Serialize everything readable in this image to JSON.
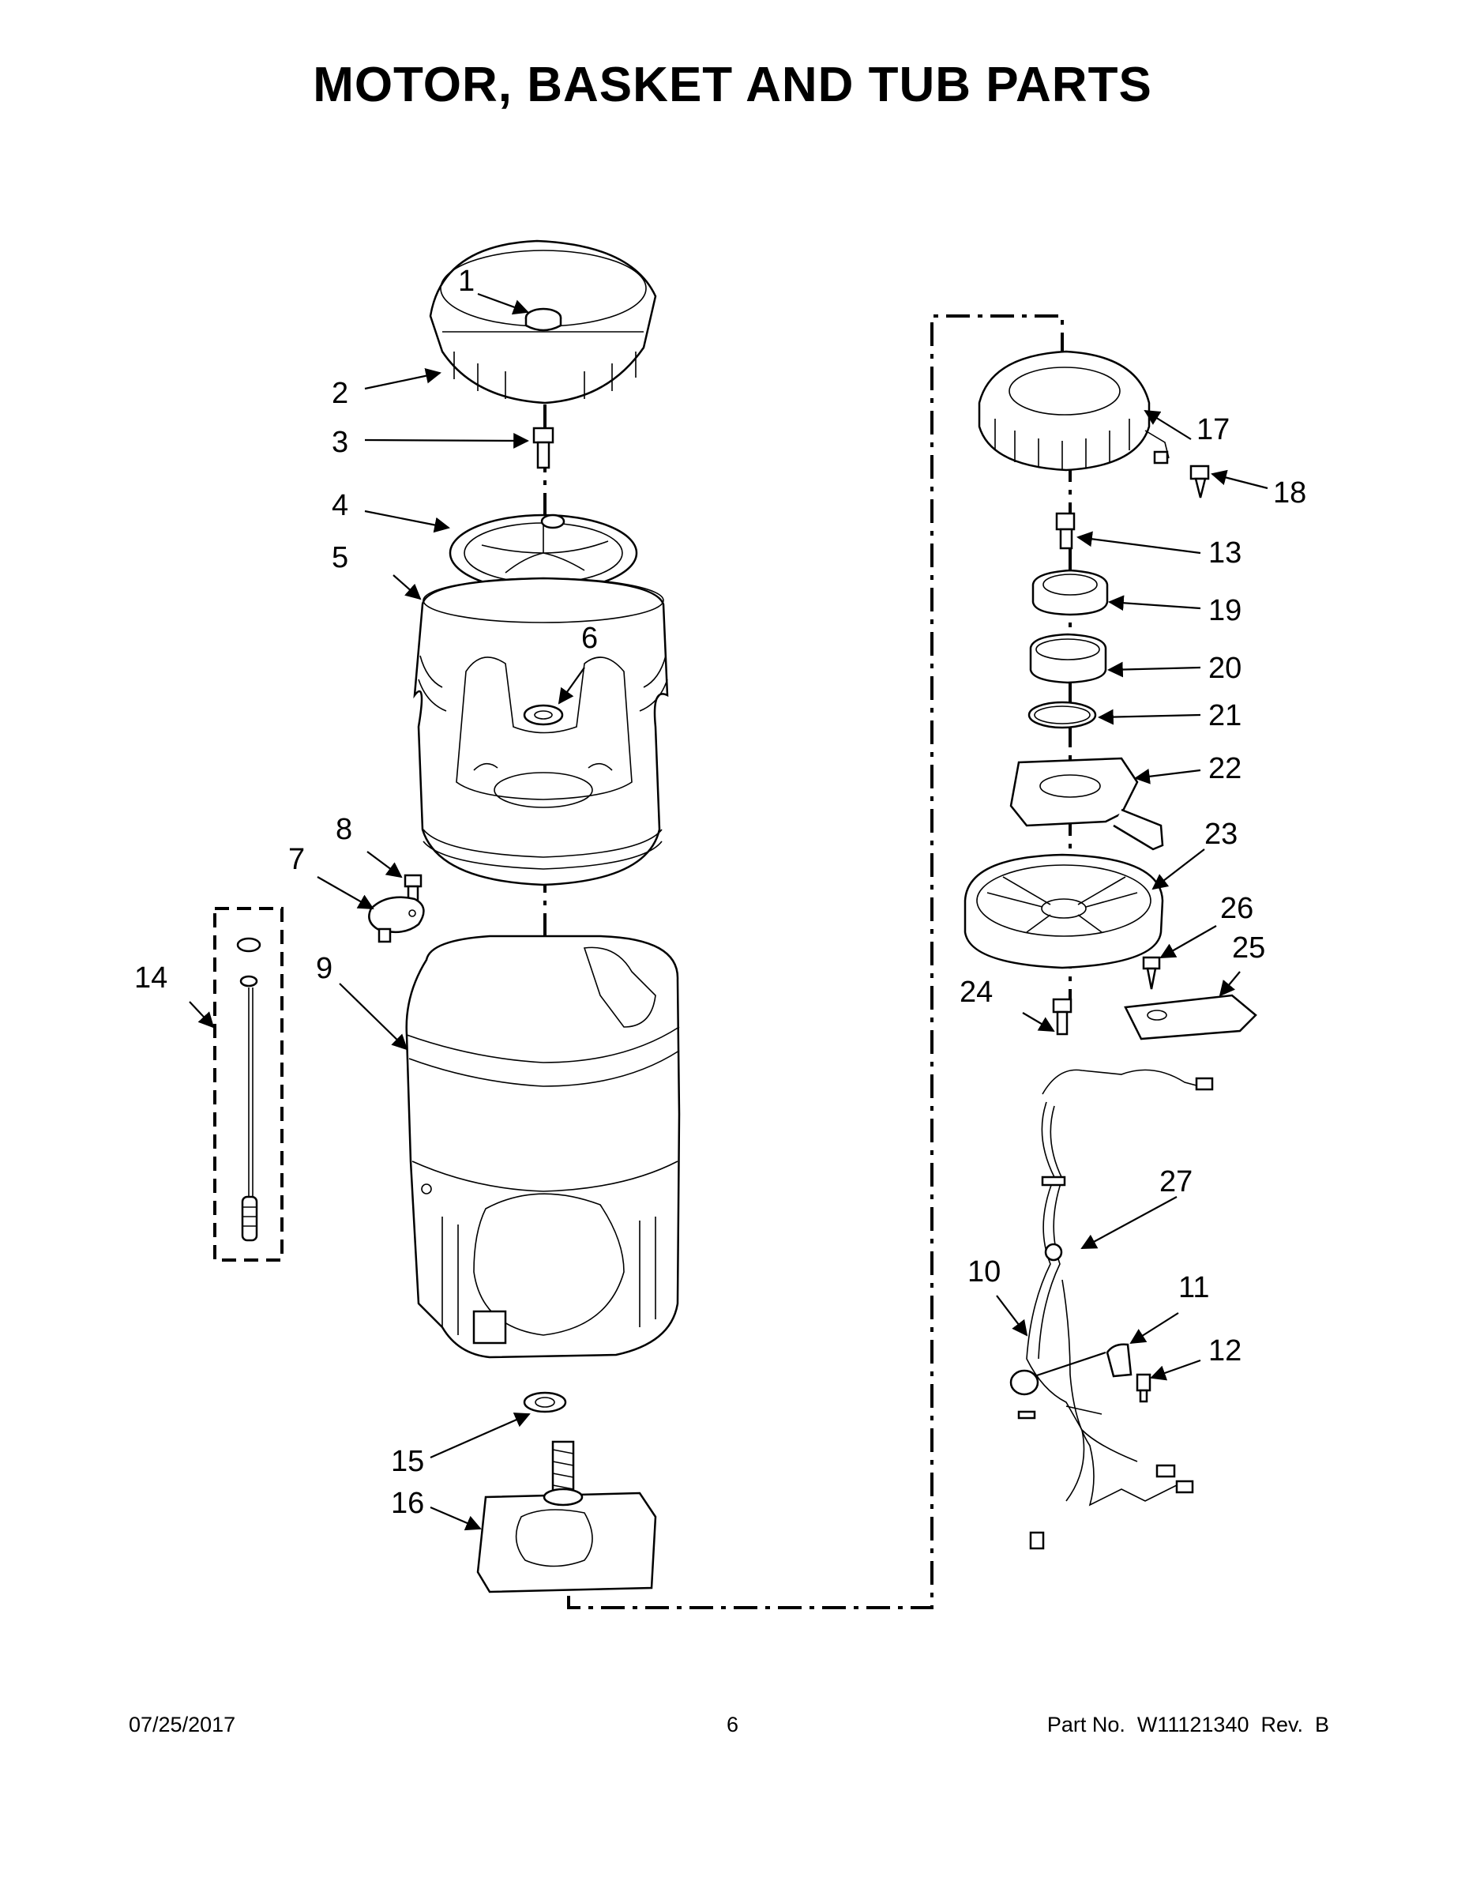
{
  "title": "MOTOR, BASKET AND TUB PARTS",
  "callouts": {
    "c1": "1",
    "c2": "2",
    "c3": "3",
    "c4": "4",
    "c5": "5",
    "c6": "6",
    "c7": "7",
    "c8": "8",
    "c9": "9",
    "c10": "10",
    "c11": "11",
    "c12": "12",
    "c13": "13",
    "c14": "14",
    "c15": "15",
    "c16": "16",
    "c17": "17",
    "c18": "18",
    "c19": "19",
    "c20": "20",
    "c21": "21",
    "c22": "22",
    "c23": "23",
    "c24": "24",
    "c25": "25",
    "c26": "26",
    "c27": "27"
  },
  "footer": {
    "date": "07/25/2017",
    "page": "6",
    "part": "Part No.  W11121340  Rev.  B"
  }
}
